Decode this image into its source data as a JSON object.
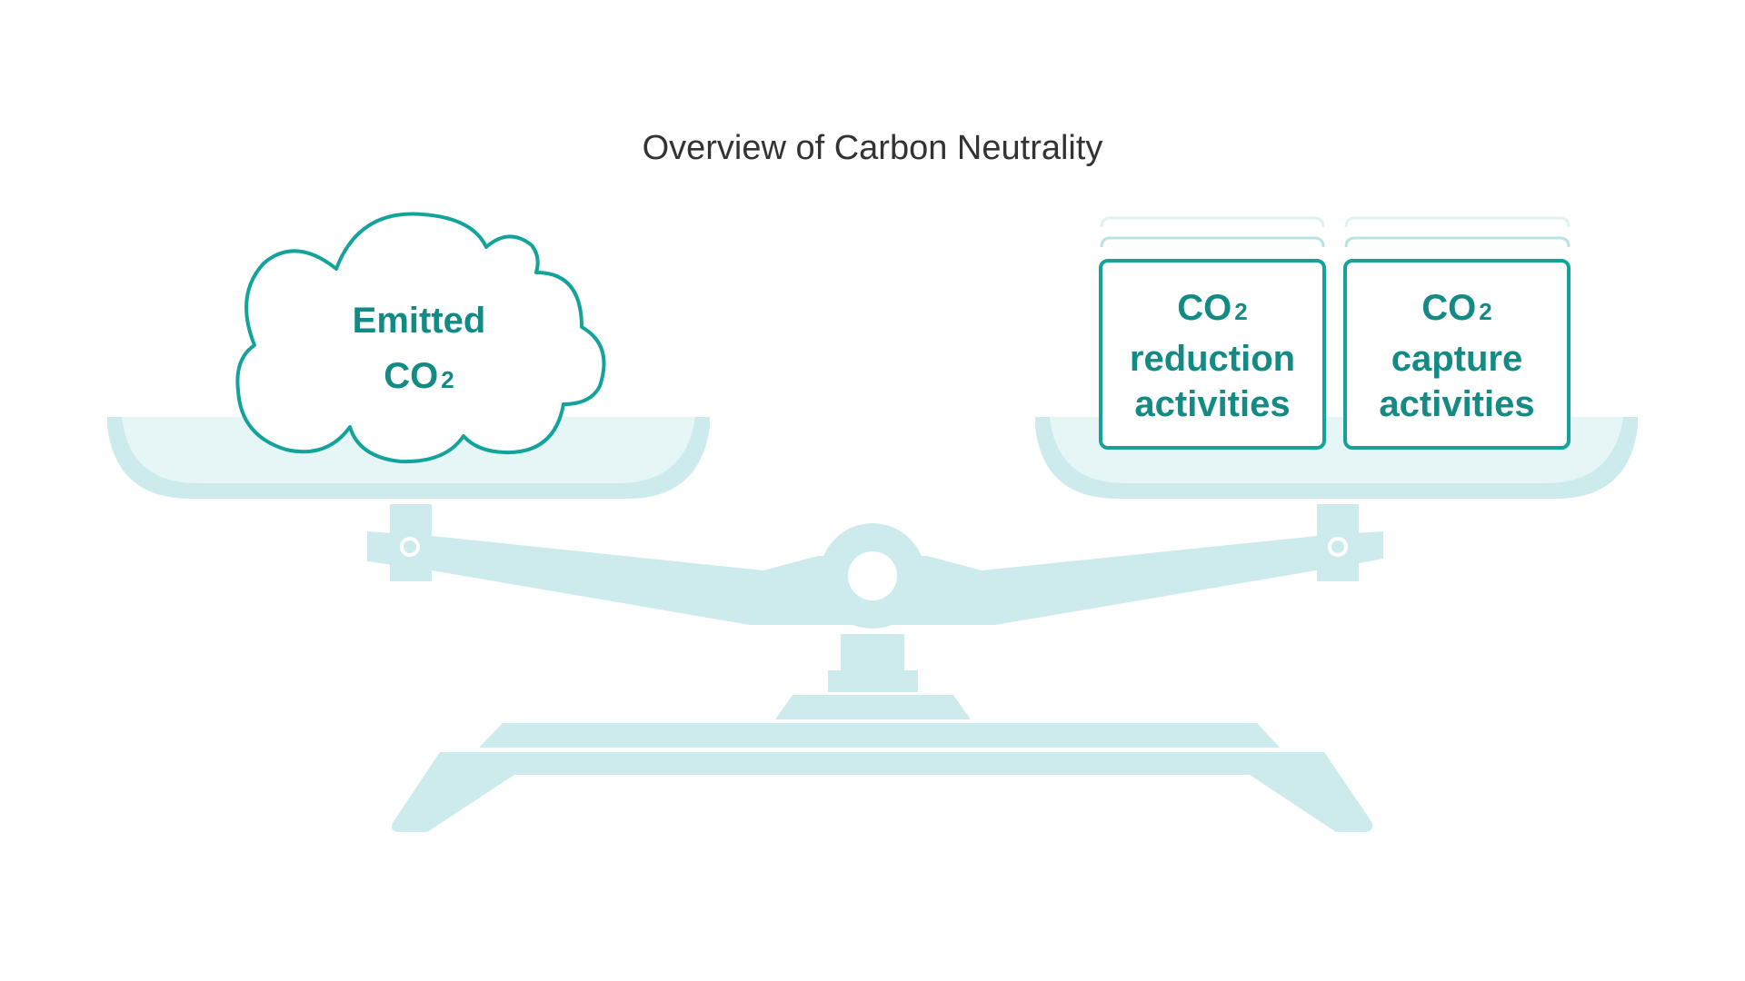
{
  "title": "Overview of Carbon Neutrality",
  "left_pan": {
    "line1": "Emitted",
    "co": "CO",
    "sub": "2"
  },
  "right_pan": {
    "boxes": [
      {
        "co": "CO",
        "sub": "2",
        "line2": "reduction",
        "line3": "activities"
      },
      {
        "co": "CO",
        "sub": "2",
        "line2": "capture",
        "line3": "activities"
      }
    ]
  },
  "colors": {
    "accent": "#14a39b",
    "text": "#138a84",
    "scale": "#cdebed",
    "pan_inner": "#e6f5f6"
  }
}
